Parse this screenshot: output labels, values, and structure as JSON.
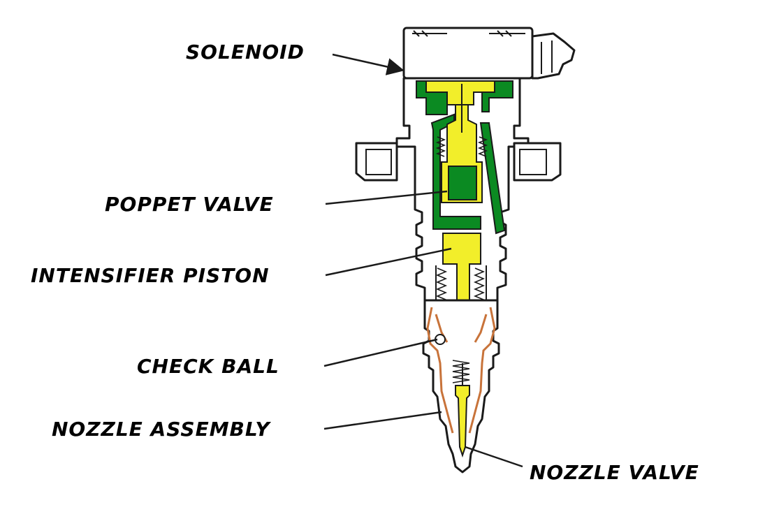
{
  "labels": {
    "solenoid": "SOLENOID",
    "poppet_valve": "POPPET VALVE",
    "intensifier_piston": "INTENSIFIER PISTON",
    "check_ball": "CHECK BALL",
    "nozzle_assembly": "NOZZLE ASSEMBLY",
    "nozzle_valve": "NOZZLE VALVE"
  },
  "colors": {
    "oil_passage": "#0b8a22",
    "moving_parts": "#f2ee2a",
    "fuel_passage": "#c8733a",
    "outline": "#1a1a1a",
    "background": "#ffffff"
  }
}
